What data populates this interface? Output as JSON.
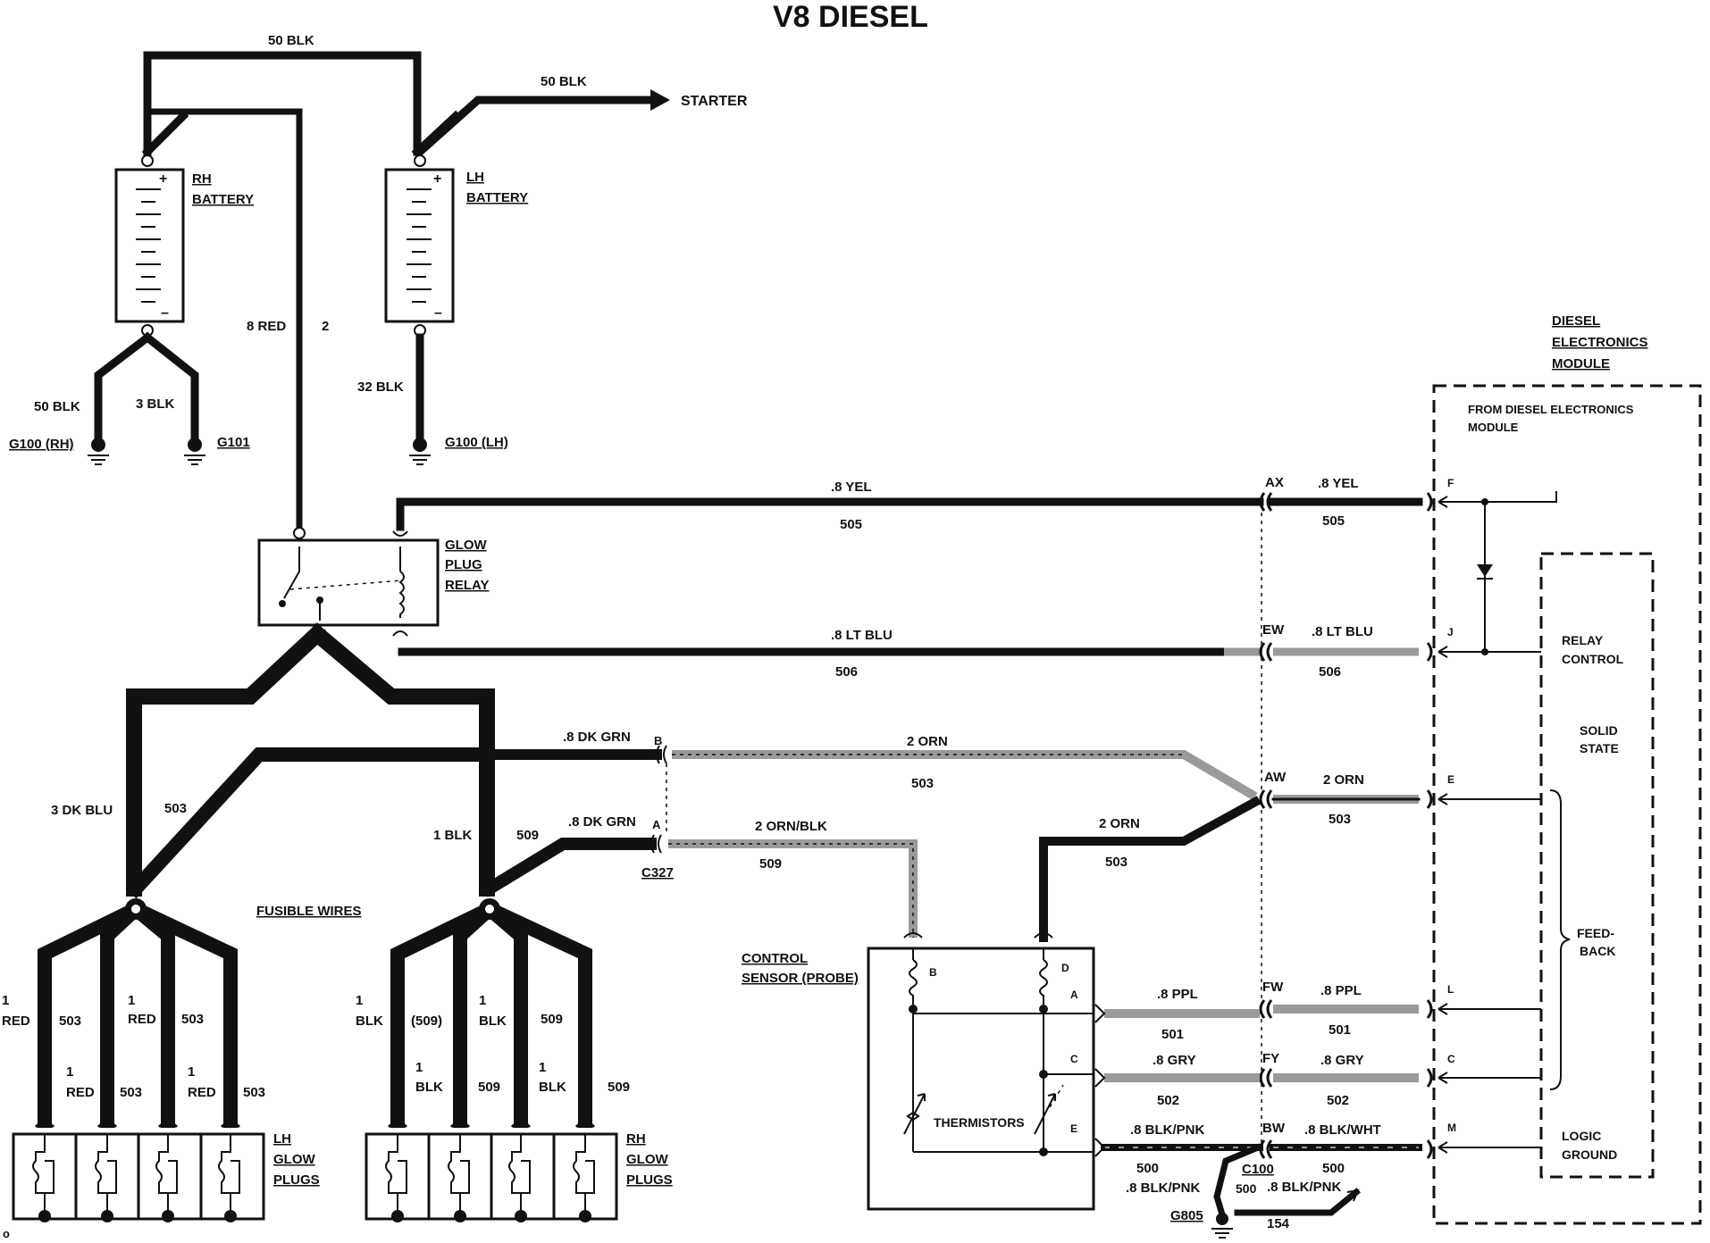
{
  "title": "V8 DIESEL",
  "top": {
    "wire_50blk_top": "50 BLK",
    "wire_50blk_starter": "50 BLK",
    "starter": "STARTER",
    "rh_battery": [
      "RH",
      "BATTERY"
    ],
    "lh_battery": [
      "LH",
      "BATTERY"
    ],
    "wire_8red": "8 RED",
    "wire_8red_num": "2",
    "wire_32blk": "32 BLK",
    "wire_50blk_g100": "50 BLK",
    "wire_3blk": "3 BLK",
    "g100_rh": "G100 (RH)",
    "g101": "G101",
    "g100_lh": "G100 (LH)"
  },
  "glow_plug_relay": [
    "GLOW",
    "PLUG",
    "RELAY"
  ],
  "module": {
    "name": [
      "DIESEL",
      "ELECTRONICS",
      "MODULE"
    ],
    "from": [
      "FROM DIESEL ELECTRONICS",
      "MODULE"
    ],
    "relay_control": [
      "RELAY",
      "CONTROL"
    ],
    "solid_state": [
      "SOLID",
      "STATE"
    ],
    "feed_back": [
      "FEED-",
      "BACK"
    ],
    "logic_ground": [
      "LOGIC",
      "GROUND"
    ],
    "pins": [
      "F",
      "J",
      "E",
      "L",
      "C",
      "M"
    ]
  },
  "wires": {
    "yel_left": ".8 YEL",
    "yel_left_num": "505",
    "ax": "AX",
    "yel_right": ".8 YEL",
    "yel_right_num": "505",
    "ltblu_left": ".8 LT BLU",
    "ltblu_left_num": "506",
    "ew": "EW",
    "ltblu_right": ".8 LT BLU",
    "ltblu_right_num": "506",
    "dkgrn_b": ".8 DK GRN",
    "pin_b": "B",
    "dkgrn_a": ".8 DK GRN",
    "pin_a": "A",
    "c327": "C327",
    "orn_top": "2 ORN",
    "orn_top_num": "503",
    "orn_blk": "2 ORN/BLK",
    "orn_blk_num": "509",
    "orn_lower": "2 ORN",
    "orn_lower_num": "503",
    "aw": "AW",
    "orn_right": "2 ORN",
    "orn_right_num": "503",
    "dkblu": "3 DK BLU",
    "dkblu_num": "503",
    "blk1": "1 BLK",
    "blk1_num": "509",
    "fusible": "FUSIBLE WIRES",
    "ppl_left": ".8 PPL",
    "ppl_left_num": "501",
    "fw": "FW",
    "ppl_right": ".8 PPL",
    "ppl_right_num": "501",
    "gry_left": ".8 GRY",
    "gry_left_num": "502",
    "fy": "FY",
    "gry_right": ".8 GRY",
    "gry_right_num": "502",
    "blkpnk_left": ".8 BLK/PNK",
    "blkpnk_left_num": "500",
    "bw": "BW",
    "blkwht_right": ".8 BLK/WHT",
    "blkwht_right_num": "500",
    "c100": "C100",
    "blkpnk_lower": ".8 BLK/PNK",
    "num_500b": "500",
    "blkpnk_g": ".8 BLK/PNK",
    "g805": "G805",
    "num_154": "154"
  },
  "control_sensor": [
    "CONTROL",
    "SENSOR (PROBE)"
  ],
  "thermistors": "THERMISTORS",
  "sensor_pins": [
    "B",
    "D",
    "A",
    "C",
    "E"
  ],
  "lh_plugs": {
    "title": [
      "LH",
      "GLOW",
      "PLUGS"
    ],
    "labels": [
      "1",
      "RED",
      "503",
      "1",
      "RED",
      "503",
      "1",
      "RED",
      "503",
      "1",
      "RED",
      "503"
    ]
  },
  "rh_plugs": {
    "title": [
      "RH",
      "GLOW",
      "PLUGS"
    ],
    "labels": [
      "1",
      "BLK",
      "(509)",
      "1",
      "BLK",
      "509",
      "1",
      "BLK",
      "509",
      "1",
      "BLK",
      "509"
    ]
  },
  "corner_mark": "o"
}
